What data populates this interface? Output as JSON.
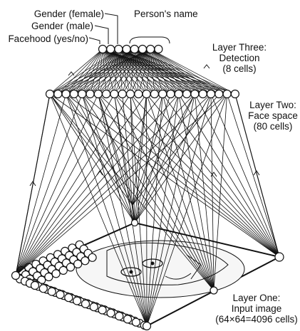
{
  "labels": {
    "gender_female": "Gender (female)",
    "gender_male": "Gender (male)",
    "facehood": "Facehood (yes/no)",
    "persons_name": "Person's name",
    "layer_three": [
      "Layer Three:",
      "Detection",
      "(8 cells)"
    ],
    "layer_two": [
      "Layer Two:",
      "Face space",
      "(80 cells)"
    ],
    "layer_one": [
      "Layer One:",
      "Input image",
      "(64×64=4096 cells)"
    ]
  },
  "colors": {
    "ink": "#111111",
    "background": "#ffffff",
    "face_fill": "#f6f6f6"
  }
}
